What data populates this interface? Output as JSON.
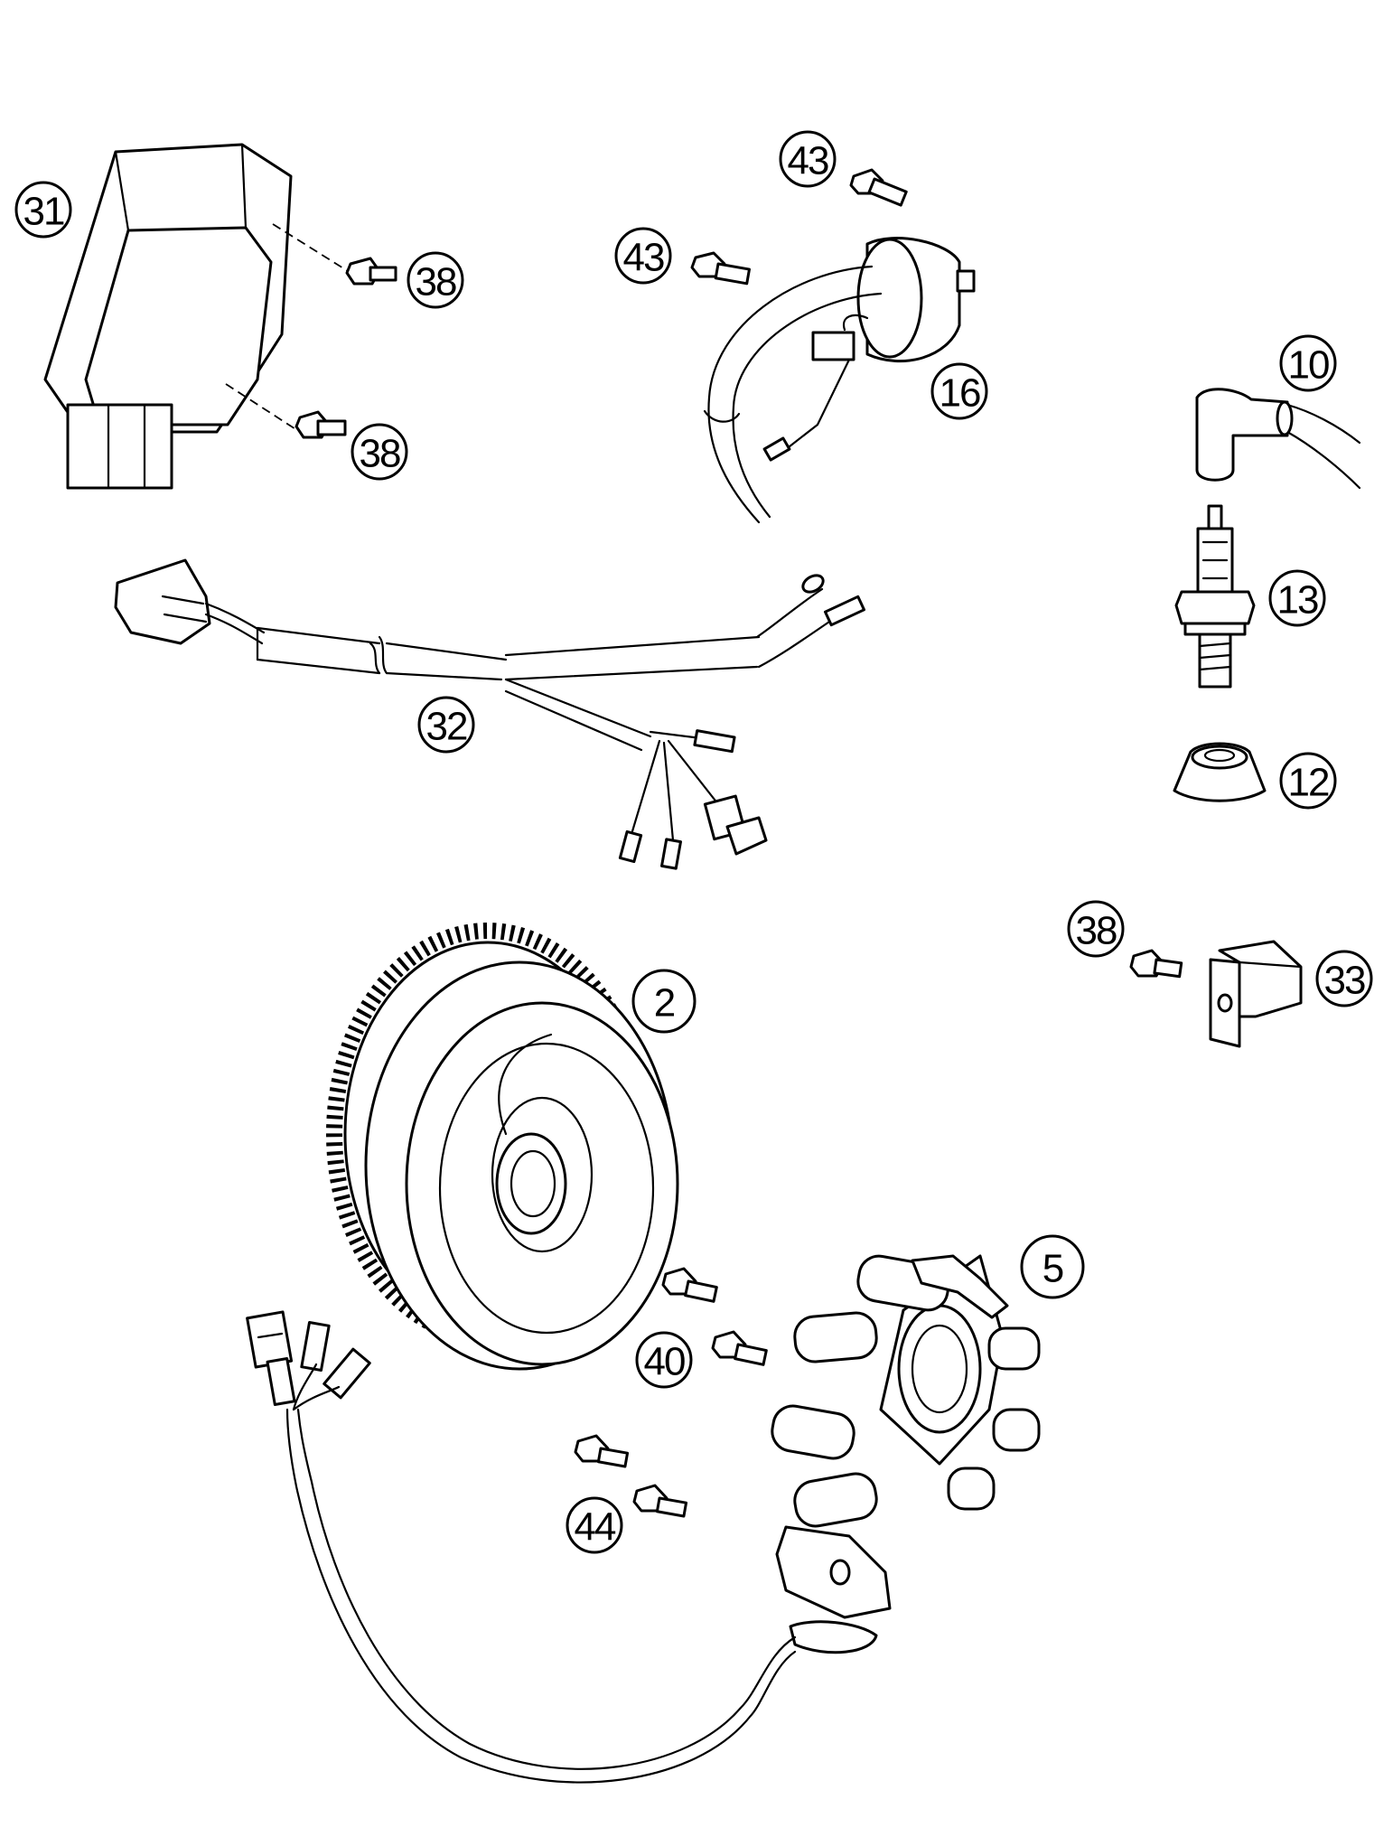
{
  "colors": {
    "line": "#000000",
    "background": "#ffffff"
  },
  "callouts": {
    "c31": "31",
    "c38a": "38",
    "c38b": "38",
    "c43a": "43",
    "c43b": "43",
    "c16": "16",
    "c10": "10",
    "c13": "13",
    "c12": "12",
    "c32": "32",
    "c38c": "38",
    "c33": "33",
    "c2": "2",
    "c5": "5",
    "c40": "40",
    "c44": "44"
  }
}
